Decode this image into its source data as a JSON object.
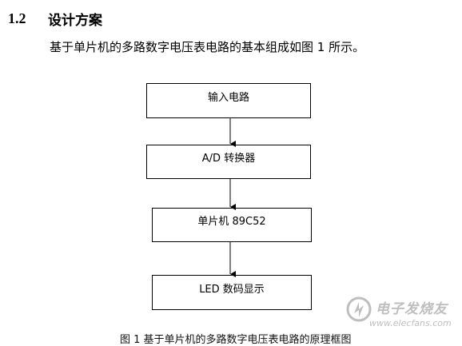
{
  "section": {
    "number": "1.2",
    "title": "设计方案"
  },
  "intro_text": "基于单片机的多路数字电压表电路的基本组成如图 1 所示。",
  "diagram": {
    "blocks": [
      "输入电路",
      "A/D 转换器",
      "单片机 89C52",
      "LED 数码显示"
    ],
    "caption": "图 1    基于单片机的多路数字电压表电路的原理框图"
  },
  "watermark": {
    "brand": "电子发烧友",
    "url": "www.elecfans.com"
  },
  "colors": {
    "text": "#000000",
    "border": "#000000",
    "watermark": "#8a8a8a"
  }
}
